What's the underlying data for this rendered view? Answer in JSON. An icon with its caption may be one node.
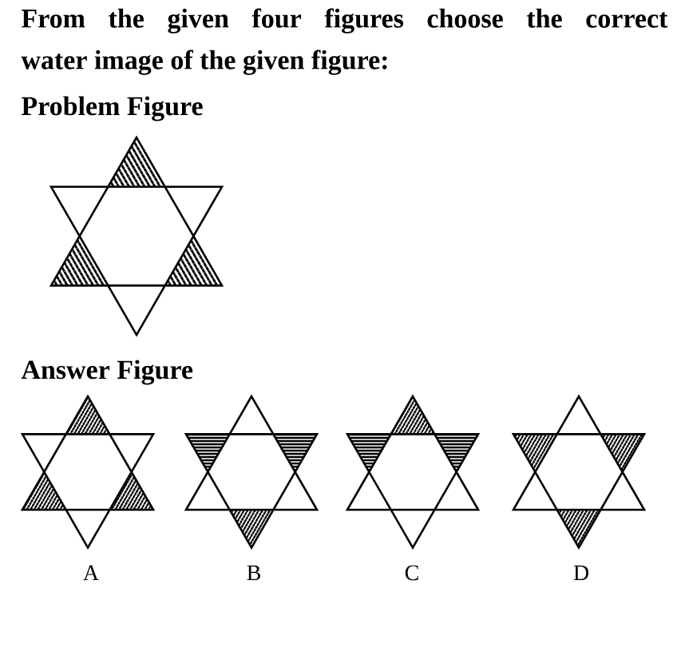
{
  "diagram": {
    "title": "From the given four figures choose the correct water image of the given figure:",
    "labels": [
      "Problem Figure",
      "Answer Figure",
      "A",
      "B",
      "C",
      "D"
    ]
  }
}
